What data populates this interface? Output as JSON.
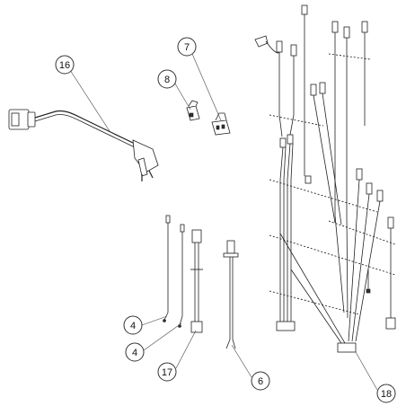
{
  "callouts": [
    {
      "id": "c16",
      "label": "16"
    },
    {
      "id": "c8",
      "label": "8"
    },
    {
      "id": "c7",
      "label": "7"
    },
    {
      "id": "c4a",
      "label": "4"
    },
    {
      "id": "c4b",
      "label": "4"
    },
    {
      "id": "c17",
      "label": "17"
    },
    {
      "id": "c6",
      "label": "6"
    },
    {
      "id": "c18",
      "label": "18"
    }
  ]
}
